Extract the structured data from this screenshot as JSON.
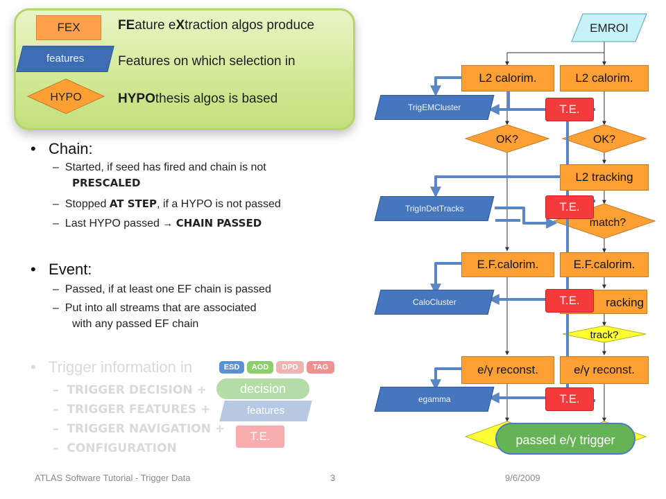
{
  "legend": {
    "fex_label": "FEX",
    "features_label": "features",
    "hypo_label": "HYPO",
    "line1_bold": "FE",
    "line1_mid": "ature e",
    "line1_bold2": "X",
    "line1_rest": "traction algos produce",
    "line2": "Features on which selection in",
    "line3_bold": "HYPO",
    "line3_rest": "thesis algos is based"
  },
  "chain": {
    "title": "Chain:",
    "item1_text": "Started, if seed has fired and chain is not",
    "item1_caps": "prescaled",
    "item2_pre": "Stopped",
    "item2_caps": "at step",
    "item2_post": ", if  a HYPO is not passed",
    "item3_text": "Last HYPO passed",
    "item3_caps": "chain passed"
  },
  "event": {
    "title": "Event:",
    "item1": "Passed, if at least one EF chain is passed",
    "item2_line1": "Put into all streams that are associated",
    "item2_line2": "with any passed EF chain"
  },
  "trigger_info": {
    "title": "Trigger information in",
    "tags": [
      "ESD",
      "AOD",
      "DPD",
      "TAG"
    ],
    "tag_colors": [
      "#5b8fd6",
      "#8ccf6a",
      "#f0b3b3",
      "#f09090"
    ],
    "items": [
      "Trigger decision +",
      "Trigger features +",
      "Trigger navigation +",
      "Configuration"
    ],
    "decision_label": "decision",
    "features_label": "features",
    "te_label": "T.E."
  },
  "diagram": {
    "emroi": "EMROI",
    "l2_calo_left": "L2 calorim.",
    "l2_calo_right": "L2 calorim.",
    "ok_left": "OK?",
    "ok_right": "OK?",
    "l2_tracking": "L2 tracking",
    "match": "match?",
    "ef_calo_left": "E.F.calorim.",
    "ef_calo_right": "E.F.calorim.",
    "ef_tracking": "racking",
    "track": "track?",
    "reco_left": "e/γ reconst.",
    "reco_right": "e/γ reconst.",
    "feature_trigem": "TrigEMCluster",
    "feature_trigindet": "TrigInDetTracks",
    "feature_calo": "CaloCluster",
    "feature_egamma": "egamma",
    "te_label": "T.E.",
    "passed": "passed e/γ trigger",
    "colors": {
      "orange": "#ffa035",
      "te_red": "#f43b3b",
      "blue": "#4676bd",
      "green": "#66b355",
      "yellow": "#ffff33",
      "emroi": "#c6f2f8"
    }
  },
  "footer": {
    "left": "ATLAS Software Tutorial - Trigger Data",
    "page": "3",
    "date": "9/6/2009"
  }
}
